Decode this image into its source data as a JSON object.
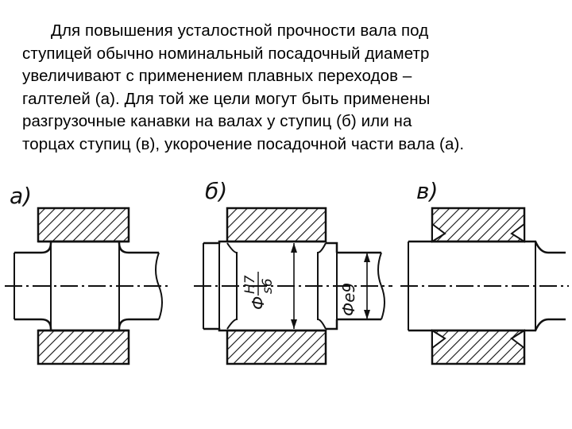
{
  "paragraph": {
    "lines": [
      "Для повышения усталостной прочности вала под",
      "ступицей обычно номинальный посадочный диаметр",
      "увеличивают с применением плавных переходов –",
      "галтелей (а). Для той же цели могут быть применены",
      "разгрузочные канавки на валах у ступиц (б) или на",
      "торцах ступиц (в), укорочение посадочной части вала (а)."
    ]
  },
  "figure": {
    "labels": {
      "a": "а)",
      "b": "б)",
      "v": "в)"
    },
    "dim_b1": {
      "prefix": "Ф",
      "top": "H7",
      "bottom": "s6"
    },
    "dim_b2": {
      "text": "Фe9"
    }
  },
  "colors": {
    "ink": "#111111",
    "background": "#ffffff"
  }
}
